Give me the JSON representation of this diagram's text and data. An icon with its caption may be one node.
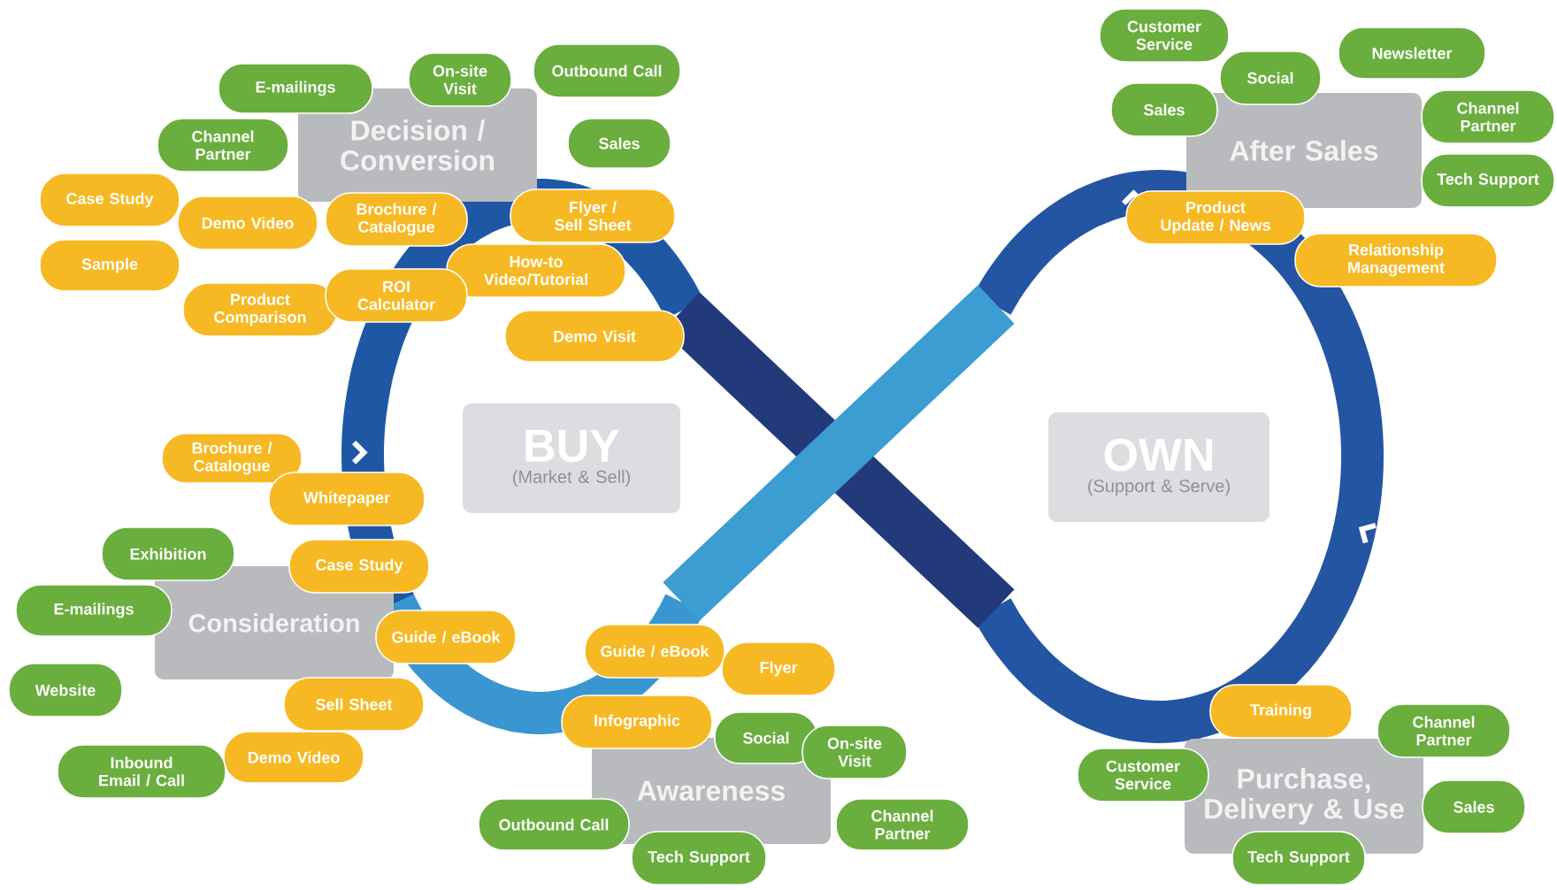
{
  "diagram": {
    "nodes": [
      {
        "text": [
          "Decision / Conversion"
        ]
      },
      {
        "text": [
          "E-mailings"
        ]
      },
      {
        "text": [
          "On-site Visit"
        ]
      },
      {
        "text": [
          "Outbound Call"
        ]
      },
      {
        "text": [
          "Channel Partner"
        ]
      },
      {
        "text": [
          "Sales"
        ]
      },
      {
        "text": [
          "Case Study"
        ]
      },
      {
        "text": [
          "Demo Video"
        ]
      },
      {
        "text": [
          "Brochure / Catalogue"
        ]
      },
      {
        "text": [
          "Flyer / Sell Sheet"
        ]
      },
      {
        "text": [
          "Sample"
        ]
      },
      {
        "text": [
          "How-to Video/Tutorial"
        ]
      },
      {
        "text": [
          "Product Comparison"
        ]
      },
      {
        "text": [
          "ROI Calculator"
        ]
      },
      {
        "text": [
          "Demo Visit"
        ]
      },
      {
        "text": [
          "BUY",
          "(Market & Sell)"
        ]
      },
      {
        "text": [
          "Consideration"
        ]
      },
      {
        "text": [
          "Brochure / Catalogue"
        ]
      },
      {
        "text": [
          "Whitepaper"
        ]
      },
      {
        "text": [
          "Exhibition"
        ]
      },
      {
        "text": [
          "Case Study"
        ]
      },
      {
        "text": [
          "E-mailings"
        ]
      },
      {
        "text": [
          "Guide / eBook"
        ]
      },
      {
        "text": [
          "Website"
        ]
      },
      {
        "text": [
          "Sell Sheet"
        ]
      },
      {
        "text": [
          "Demo Video"
        ]
      },
      {
        "text": [
          "Inbound Email / Call"
        ]
      },
      {
        "text": [
          "Awareness"
        ]
      },
      {
        "text": [
          "Guide / eBook"
        ]
      },
      {
        "text": [
          "Flyer"
        ]
      },
      {
        "text": [
          "Infographic"
        ]
      },
      {
        "text": [
          "Social"
        ]
      },
      {
        "text": [
          "On-site Visit"
        ]
      },
      {
        "text": [
          "Outbound Call"
        ]
      },
      {
        "text": [
          "Tech Support"
        ]
      },
      {
        "text": [
          "Channel Partner"
        ]
      },
      {
        "text": [
          "After Sales"
        ]
      },
      {
        "text": [
          "Customer Service"
        ]
      },
      {
        "text": [
          "Social"
        ]
      },
      {
        "text": [
          "Newsletter"
        ]
      },
      {
        "text": [
          "Sales"
        ]
      },
      {
        "text": [
          "Channel Partner"
        ]
      },
      {
        "text": [
          "Tech Support"
        ]
      },
      {
        "text": [
          "Product Update / News"
        ]
      },
      {
        "text": [
          "Relationship Management"
        ]
      },
      {
        "text": [
          "OWN",
          "(Support & Serve)"
        ]
      },
      {
        "text": [
          "Purchase, Delivery & Use"
        ]
      },
      {
        "text": [
          "Training"
        ]
      },
      {
        "text": [
          "Channel Partner"
        ]
      },
      {
        "text": [
          "Customer Service"
        ]
      },
      {
        "text": [
          "Sales"
        ]
      },
      {
        "text": [
          "Tech Support"
        ]
      }
    ]
  }
}
